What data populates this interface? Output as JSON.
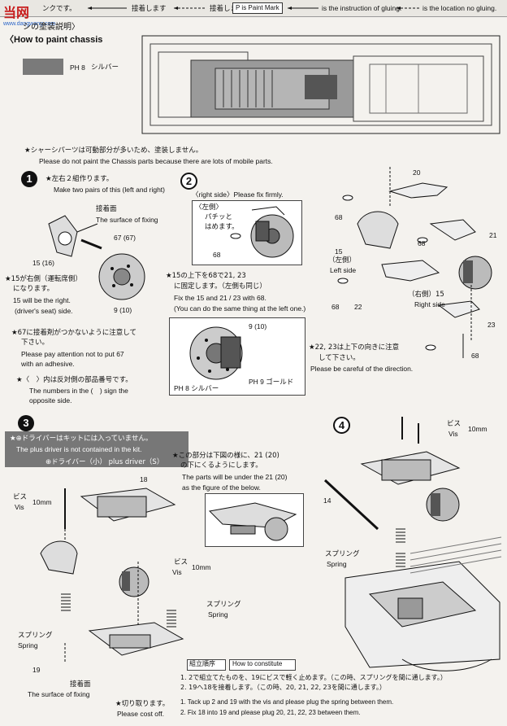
{
  "watermark": {
    "brand": "当网",
    "url": "www.dangwang.com"
  },
  "legend": {
    "glue_here": "ンクです。",
    "glue_label": "接着します",
    "noglue_label": "接着しません",
    "paint_mark_box": "P is Paint Mark",
    "instruction_glue": "is the instruction of gluing.",
    "location_noglue": "is the location no gluing."
  },
  "section": {
    "title_jp": "シの塗装説明〉",
    "title_en": "〈How to paint chassis",
    "paint_code": "PH 8",
    "paint_name": "シルバー"
  },
  "chassis_note": {
    "jp": "★シャーシパーツは可動部分が多いため、塗装しません。",
    "en": "Please do not paint the Chassis parts because there are lots of mobile parts."
  },
  "step1": {
    "num": "1",
    "make_jp": "★左右２組作ります。",
    "make_en": "Make two pairs of this (left and right)",
    "fix_surface_jp": "接着面",
    "fix_surface_en": "The surface of fixing",
    "parts_67": "67 (67)",
    "parts_15": "15 (16)",
    "parts_9": "9 (10)",
    "right_jp1": "★15が右側（運転席側）",
    "right_jp2": "になります。",
    "right_en1": "15 will be the right.",
    "right_en2": "(driver's seat) side.",
    "adhesive_jp1": "★67に接着剤がつかないように注意して",
    "adhesive_jp2": "下さい。",
    "adhesive_en1": "Please pay attention not to put 67",
    "adhesive_en2": "with an adhesive.",
    "numbers_jp": "★〈　〉内は反対側の部品番号です。",
    "numbers_en1": "The numbers in the (　) sign the",
    "numbers_en2": "opposite side."
  },
  "step2": {
    "num": "2",
    "right_side": "〈right side〉Please fix firmly.",
    "left_jp": "〈左側〉",
    "snap_jp1": "パチッと",
    "snap_jp2": "はめます。",
    "part_68": "68",
    "fix_jp1": "★15の上下を68で21, 23",
    "fix_jp2": "に固定します。（左側も同じ）",
    "fix_en1": "Fix the 15 and 21 / 23 with 68.",
    "fix_en2": "(You can do the same thing at the left one.)",
    "part_9": "9 (10)",
    "paint_silver": "PH 8 シルバー",
    "paint_gold": "PH 9 ゴールド"
  },
  "right_diagram": {
    "p20": "20",
    "p68a": "68",
    "p68b": "68",
    "p68c": "68",
    "p68d": "68",
    "p21": "21",
    "p15a": "15",
    "left_jp": "（左側）",
    "left_en": "Left side",
    "p22": "22",
    "right_jp": "（右側）15",
    "right_en": "Right side",
    "p23": "23",
    "careful_jp1": "★22, 23は上下の向きに注意",
    "careful_jp2": "して下さい。",
    "careful_en": "Please be careful of the direction."
  },
  "step3": {
    "num": "3",
    "driver_jp": "★⊕ドライバーはキットには入っていません。",
    "driver_en": "The plus driver is not contained in the kit.",
    "driver_small": "⊕ドライバー（小） plus driver（S）",
    "under_jp1": "★この部分は下図の様に、21 (20)",
    "under_jp2": "の下にくるようにします。",
    "under_en1": "The parts will be under the 21 (20)",
    "under_en2": "as the figure of the below.",
    "p18": "18",
    "vis_jp": "ビス",
    "vis_en": "Vis",
    "vis_size": "10mm",
    "vis2_jp": "ビス",
    "vis2_en": "Vis",
    "vis2_size": "10mm",
    "spring_jp": "スプリング",
    "spring_en": "Spring",
    "spring2_jp": "スプリング",
    "spring2_en": "Spring",
    "p19": "19",
    "surface_jp": "接着面",
    "surface_en": "The surface of fixing",
    "cut_jp": "★切り取ります。",
    "cut_en": "Please cost off."
  },
  "step4": {
    "num": "4",
    "vis_jp": "ビス",
    "vis_en": "Vis",
    "vis_size": "10mm",
    "p14": "14",
    "spring_jp": "スプリング",
    "spring_en": "Spring"
  },
  "construct": {
    "label_jp": "組立順序",
    "label_en": "How to constitute",
    "line1_jp": "1. 2で組立てたものを、19にビスで軽く止めます。（この時、スプリングを間に通します。）",
    "line2_jp": "2. 19へ18を接着します。（この時、20, 21, 22, 23を間に通します。）",
    "line1_en": "1. Tack up 2 and 19 with the vis and please plug the spring between them.",
    "line2_en": "2. Fix 18 into 19 and please plug 20, 21, 22, 23 between them."
  }
}
